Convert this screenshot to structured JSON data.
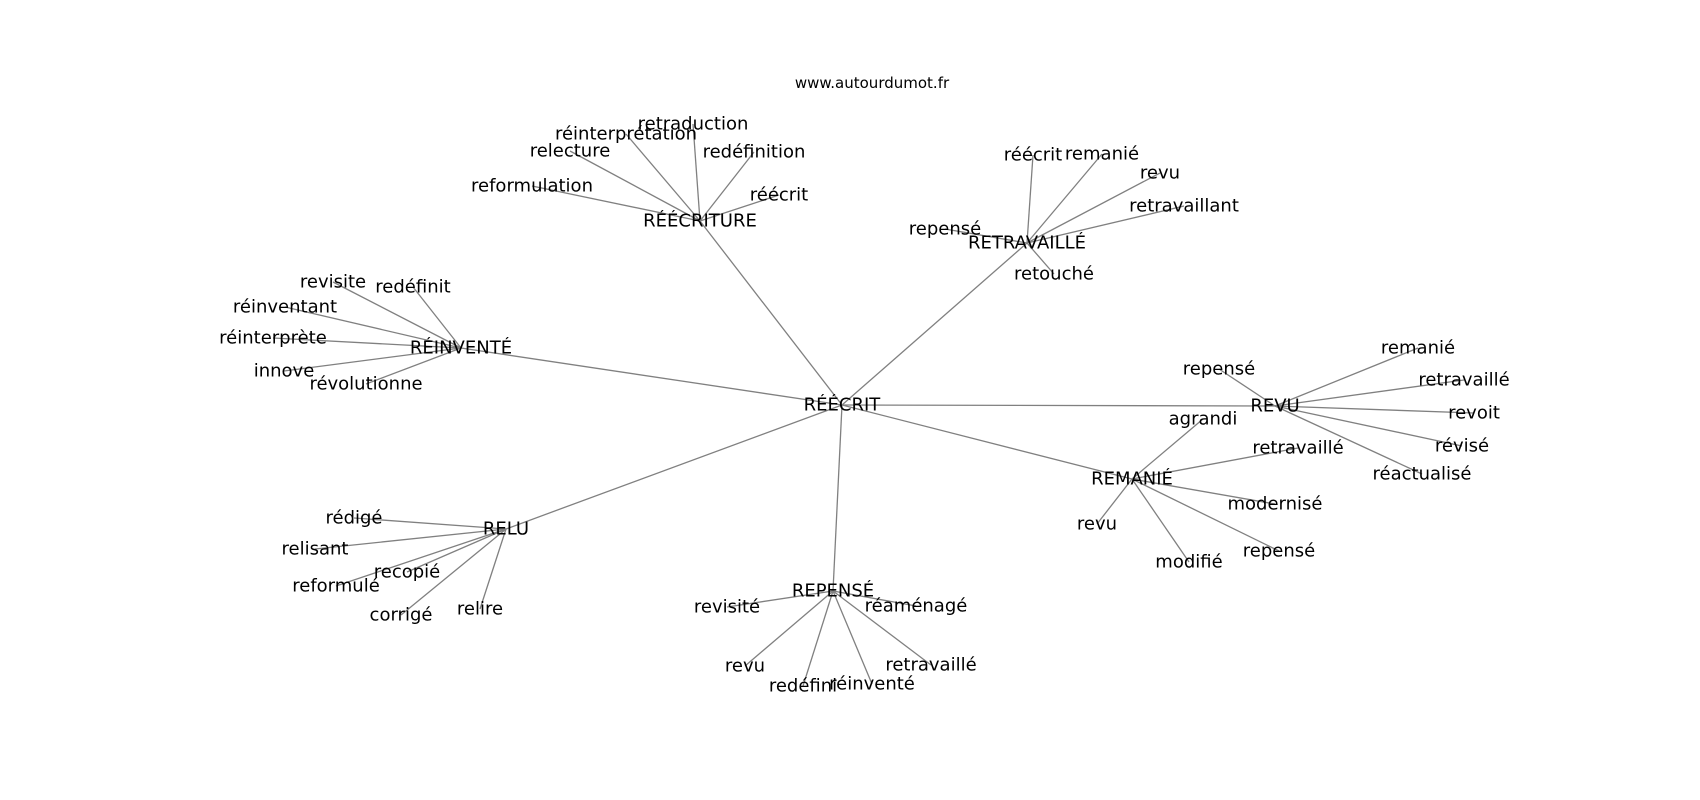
{
  "source": "www.autourdumot.fr",
  "colors": {
    "edge": "#808080",
    "text": "#000000",
    "background": "#ffffff"
  },
  "graph": {
    "root": "RÉÉCRIT",
    "groups": [
      {
        "hub": "RÉÉCRITURE",
        "words": [
          "retraduction",
          "réinterprétation",
          "relecture",
          "redéfinition",
          "reformulation",
          "réécrit"
        ]
      },
      {
        "hub": "RETRAVAILLÉ",
        "words": [
          "réécrit",
          "remanié",
          "revu",
          "retravaillant",
          "repensé",
          "retouché"
        ]
      },
      {
        "hub": "RÉINVENTÉ",
        "words": [
          "revisite",
          "redéfinit",
          "réinventant",
          "réinterprète",
          "innove",
          "révolutionne"
        ]
      },
      {
        "hub": "REVU",
        "words": [
          "repensé",
          "remanié",
          "retravaillé",
          "revoit",
          "révisé",
          "réactualisé"
        ]
      },
      {
        "hub": "REMANIÉ",
        "words": [
          "agrandi",
          "retravaillé",
          "modernisé",
          "revu",
          "repensé",
          "modifié"
        ]
      },
      {
        "hub": "RELU",
        "words": [
          "rédigé",
          "relisant",
          "recopié",
          "reformulé",
          "corrigé",
          "relire"
        ]
      },
      {
        "hub": "REPENSÉ",
        "words": [
          "revisité",
          "réaménagé",
          "revu",
          "retravaillé",
          "redéfini",
          "réinventé"
        ]
      }
    ]
  }
}
